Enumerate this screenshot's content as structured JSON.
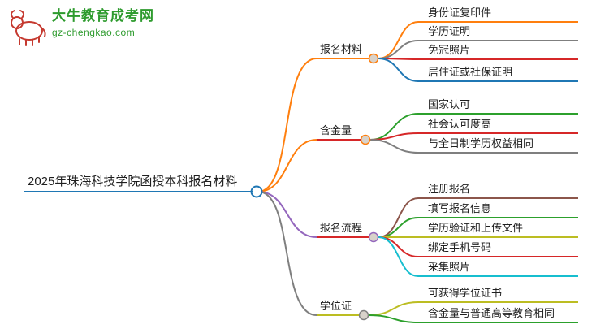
{
  "brand": {
    "logo_icon": "bull-icon",
    "site_name": "大牛教育成考网",
    "site_url": "gz-chengkao.com",
    "brand_green": "#2e9b2e",
    "brand_red": "#c5392f"
  },
  "mindmap": {
    "root": {
      "label": "2025年珠海科技学院函授本科报名材料",
      "color": "#1f77b4"
    },
    "branches": [
      {
        "label": "报名材料",
        "curve_color": "#ff7f0e",
        "underline_color": "#ff7f0e",
        "children": [
          {
            "label": "身份证复印件",
            "color": "#ff7f0e"
          },
          {
            "label": "学历证明",
            "color": "#7f7f7f"
          },
          {
            "label": "免冠照片",
            "color": "#d62728"
          },
          {
            "label": "居住证或社保证明",
            "color": "#1f77b4"
          }
        ]
      },
      {
        "label": "含金量",
        "curve_color": "#ff7f0e",
        "underline_color": "#d62728",
        "children": [
          {
            "label": "国家认可",
            "color": "#2ca02c"
          },
          {
            "label": "社会认可度高",
            "color": "#d62728"
          },
          {
            "label": "与全日制学历权益相同",
            "color": "#7f7f7f"
          }
        ]
      },
      {
        "label": "报名流程",
        "curve_color": "#9467bd",
        "underline_color": "#d62728",
        "children": [
          {
            "label": "注册报名",
            "color": "#8c564b"
          },
          {
            "label": "填写报名信息",
            "color": "#2ca02c"
          },
          {
            "label": "学历验证和上传文件",
            "color": "#bcbd22"
          },
          {
            "label": "绑定手机号码",
            "color": "#d62728"
          },
          {
            "label": "采集照片",
            "color": "#17becf"
          }
        ]
      },
      {
        "label": "学位证",
        "curve_color": "#7f7f7f",
        "underline_color": "#bcbd22",
        "children": [
          {
            "label": "可获得学位证书",
            "color": "#bcbd22"
          },
          {
            "label": "含金量与普通高等教育相同",
            "color": "#2ca02c"
          }
        ]
      }
    ]
  }
}
